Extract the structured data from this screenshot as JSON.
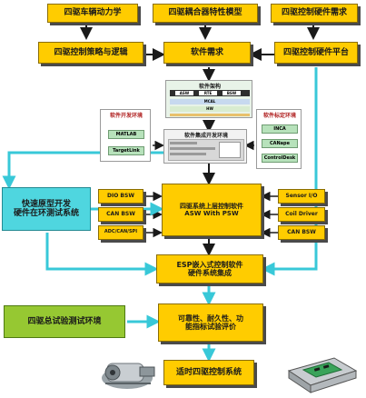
{
  "top": {
    "dynamics": "四驱车辆动力学",
    "coupler_model": "四驱耦合器特性模型",
    "hw_requirements": "四驱控制硬件需求"
  },
  "row2": {
    "strategy": "四驱控制策略与逻辑",
    "sw_requirements": "软件需求",
    "hw_platform": "四驱控制硬件平台"
  },
  "architecture": {
    "title": "软件架构",
    "cells": [
      "ASW",
      "RTE",
      "BSW",
      "MCAL",
      "HW"
    ]
  },
  "tools_left": {
    "title": "软件开发环境",
    "items": [
      "MATLAB",
      "TargetLink"
    ]
  },
  "tools_right": {
    "title": "软件标定环境",
    "items": [
      "INCA",
      "CANape",
      "ControlDesk"
    ]
  },
  "platform_env": "软件集成开发环境",
  "left_modules": [
    "DIO BSW",
    "CAN BSW",
    "ADC/CAN/SPI"
  ],
  "center_asw": {
    "line1": "四驱系统上层控制软件",
    "line2": "ASW With PSW"
  },
  "right_modules": [
    "Sensor I/O",
    "Coil Driver",
    "CAN BSW"
  ],
  "rapid_prototype": {
    "line1": "快速原型开发",
    "line2": "硬件在环测试系统"
  },
  "esp_integration": {
    "line1": "ESP嵌入式控制软件",
    "line2": "硬件系统集成"
  },
  "test_env": "四驱总试验测试环境",
  "reliability": {
    "line1": "可靠性、耐久性、功",
    "line2": "能指标试验评价"
  },
  "final_system": "适时四驱控制系统",
  "colors": {
    "yellow": "#ffcc00",
    "cyan": "#4fd6df",
    "green": "#96c832",
    "arrow_cyan": "#38c8d8",
    "dark_line": "#1a1a1a"
  }
}
